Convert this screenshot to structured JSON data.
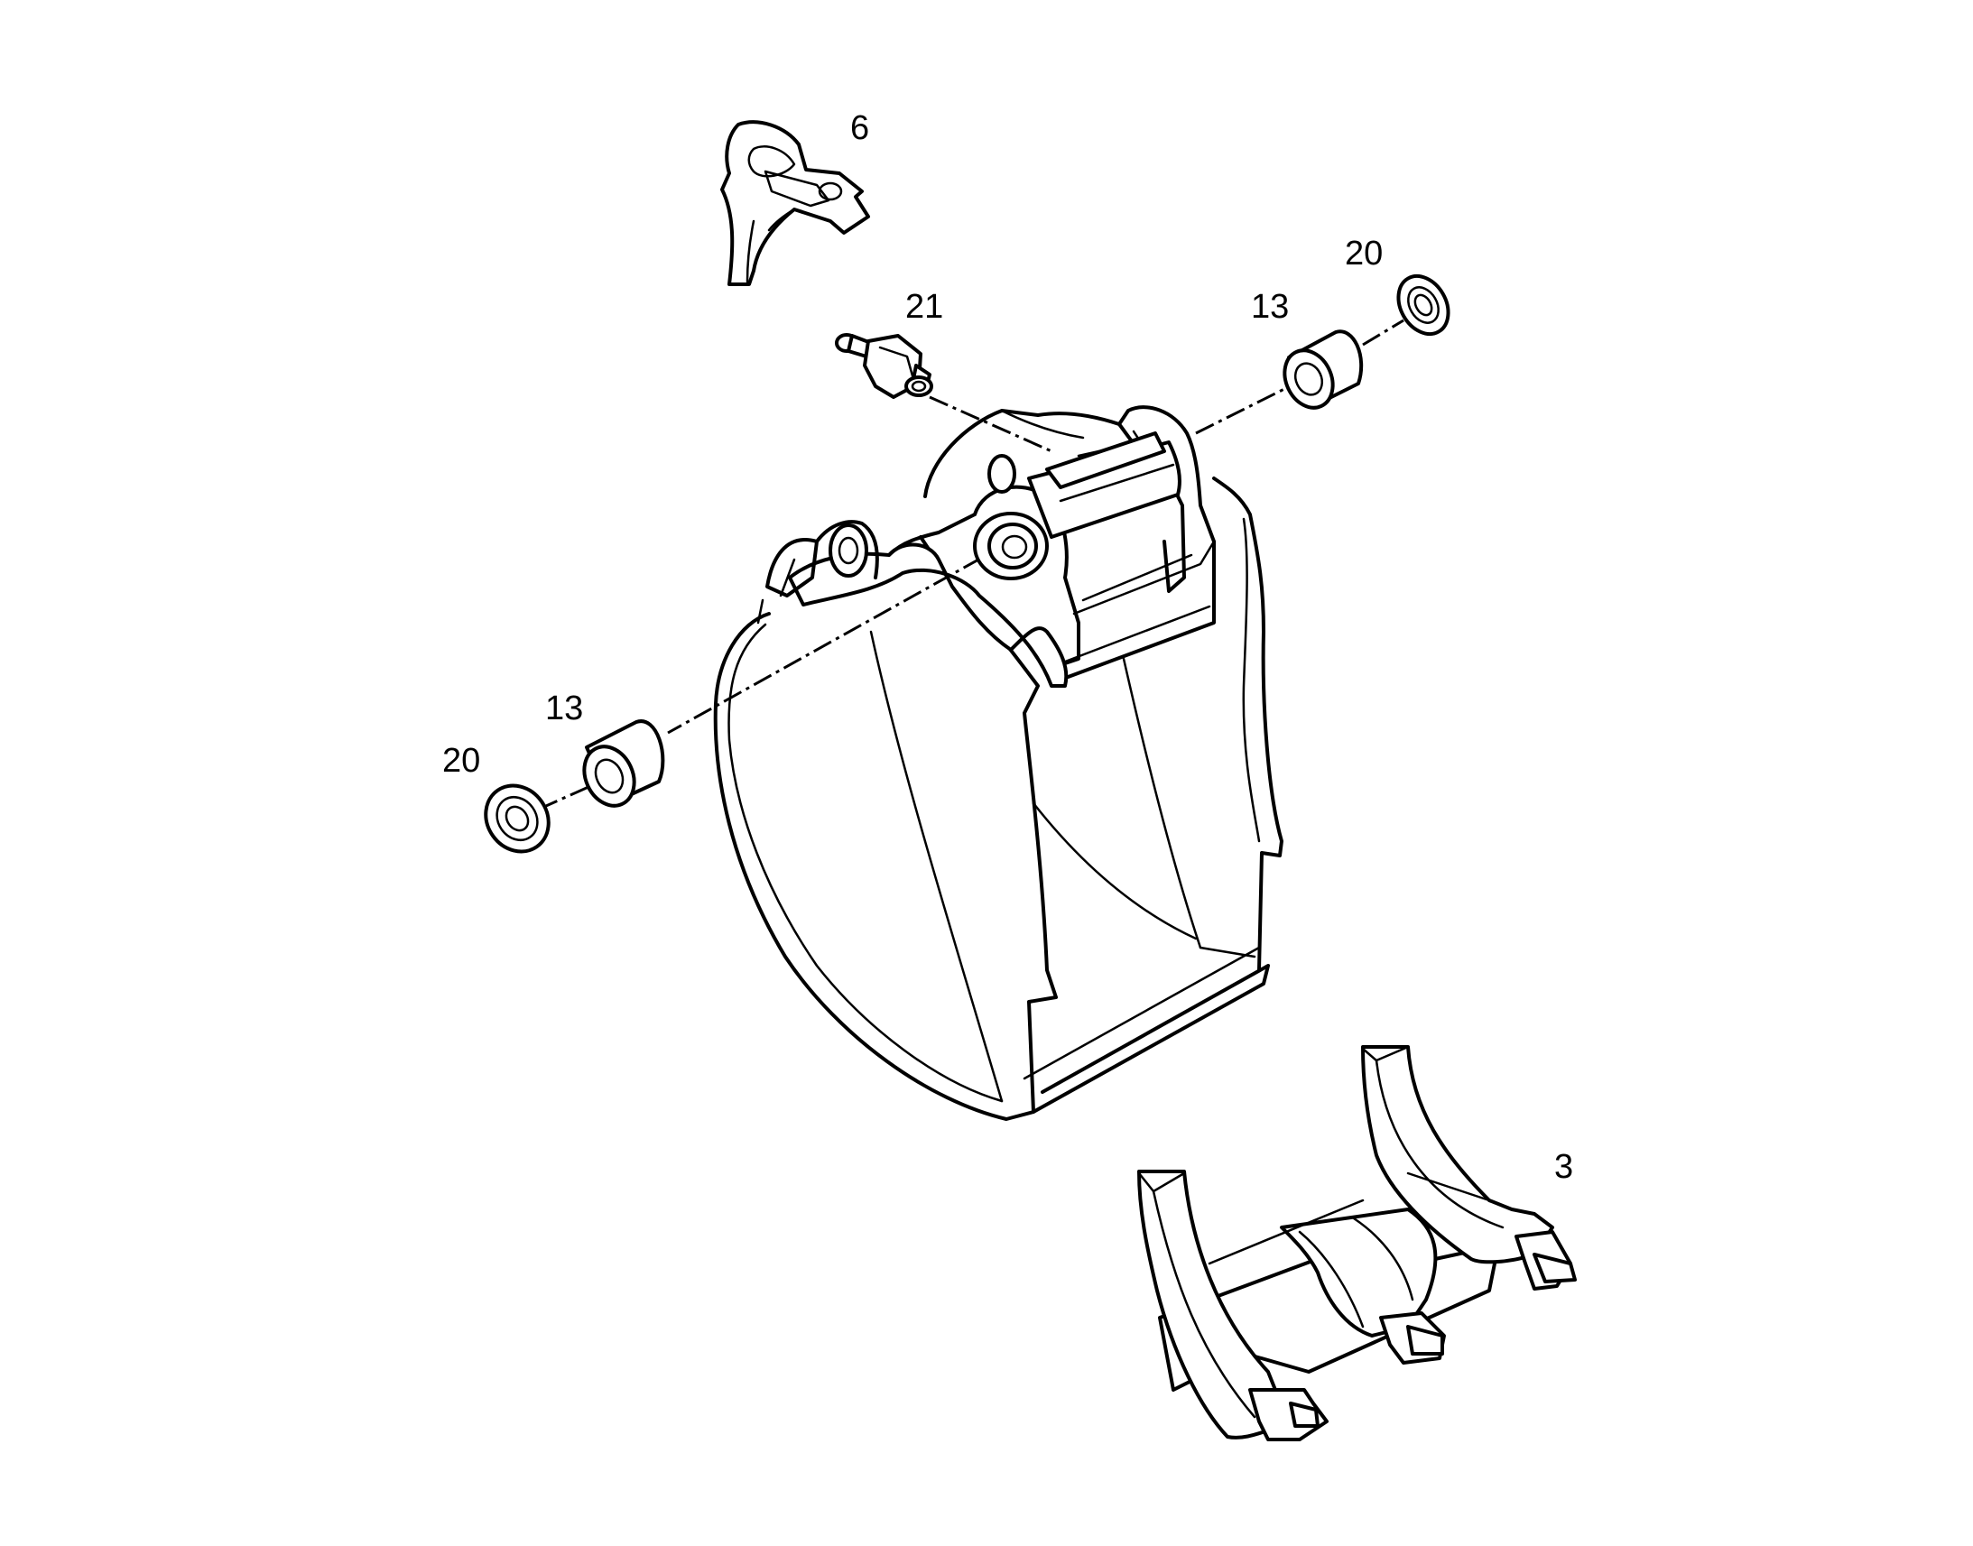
{
  "diagram": {
    "type": "exploded parts view",
    "callouts": {
      "bracket": "6",
      "grease_nipple": "21",
      "bushing_right": "13",
      "seal_right": "20",
      "bushing_left": "13",
      "seal_left": "20",
      "teeth_set": "3"
    }
  }
}
